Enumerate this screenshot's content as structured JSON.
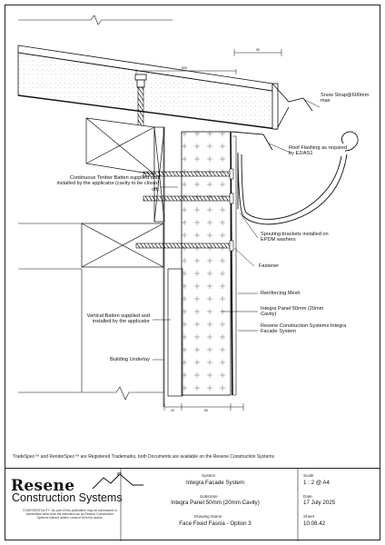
{
  "labels": {
    "snow_strap": "Snow Strap@600mm max",
    "roof_flashing": "Roof Flashing as required by E2/AS1",
    "timber_batten": "Continuous Timber Batten supplied and installed by the applicator (cavity to be closed off)",
    "spouting": "Spouting brackets installed on EPDM washers",
    "fastener": "Fastener",
    "mesh": "Reinforcing Mesh",
    "panel": "Integra Panel 50mm (20mm Cavity)",
    "system": "Resene Construction Systems Integra Facade System",
    "vertical_batten": "Vertical Batten supplied and installed by the applicator",
    "underlay": "Building Underlay"
  },
  "dimensions": {
    "top": "600",
    "right": "50",
    "bottom_left": "20",
    "bottom_right": "50"
  },
  "footer_note": "TradeSpec™ and RenderSpec™ are Registered Trademarks, both Documents are available on the Resene Construction Systems",
  "titleblock": {
    "logo_line1": "Resene",
    "logo_line2": "Construction Systems",
    "confidentiality": "CONFIDENTIALITY: No part of this publication may be reproduced or transmitted other than the intended use by Resene Construction Systems without written consent from the author.",
    "system_label": "System",
    "system_value": "Integra Facade System",
    "substrate_label": "Substrate",
    "substrate_value": "Integra Panel 50mm (20mm Cavity)",
    "drawing_name_label": "Drawing Name",
    "drawing_name_value": "Face Fixed Fascia - Option 3",
    "scale_label": "Scale",
    "scale_value": "1 : 2 @ A4",
    "date_label": "Date",
    "date_value": "17 July 2025",
    "sheet_label": "Sheet",
    "sheet_value": "10.08.42"
  }
}
